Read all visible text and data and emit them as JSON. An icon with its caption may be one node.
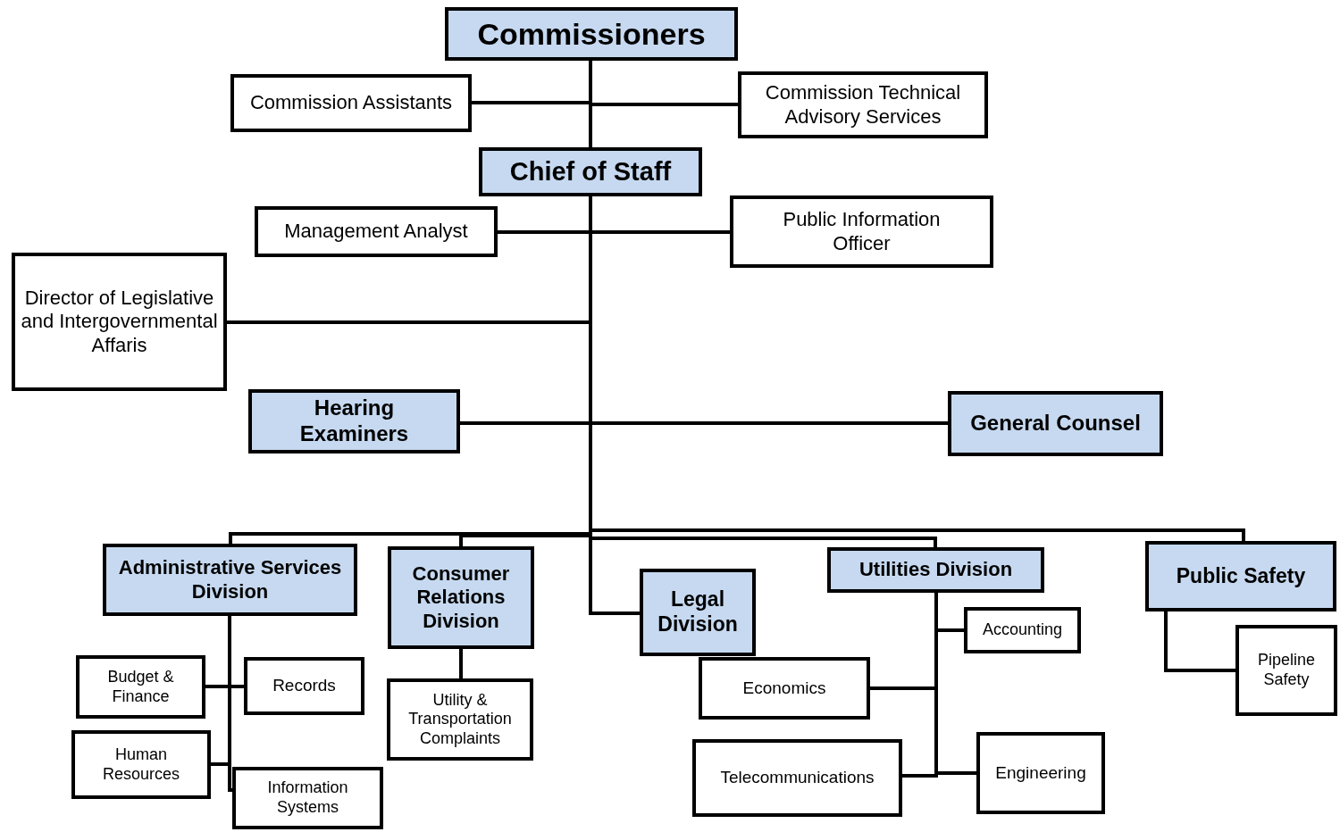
{
  "diagram": {
    "nodes": [
      {
        "text": [
          "Commissioners"
        ]
      },
      {
        "text": [
          "Commission Assistants"
        ]
      },
      {
        "text": [
          "Commission Technical Advisory Services"
        ]
      },
      {
        "text": [
          "Chief of Staff"
        ]
      },
      {
        "text": [
          "Management Analyst"
        ]
      },
      {
        "text": [
          "Public Information Officer"
        ]
      },
      {
        "text": [
          "Director of Legislative and Intergovernmental Affaris"
        ]
      },
      {
        "text": [
          "Hearing Examiners"
        ]
      },
      {
        "text": [
          "General Counsel"
        ]
      },
      {
        "text": [
          "Administrative Services Division"
        ]
      },
      {
        "text": [
          "Budget & Finance"
        ]
      },
      {
        "text": [
          "Records"
        ]
      },
      {
        "text": [
          "Human Resources"
        ]
      },
      {
        "text": [
          "Information Systems"
        ]
      },
      {
        "text": [
          "Consumer Relations Division"
        ]
      },
      {
        "text": [
          "Utility & Transportation Complaints"
        ]
      },
      {
        "text": [
          "Legal Division"
        ]
      },
      {
        "text": [
          "Economics"
        ]
      },
      {
        "text": [
          "Telecommunications"
        ]
      },
      {
        "text": [
          "Utilities Division"
        ]
      },
      {
        "text": [
          "Accounting"
        ]
      },
      {
        "text": [
          "Engineering"
        ]
      },
      {
        "text": [
          "Public Safety"
        ]
      },
      {
        "text": [
          "Pipeline Safety"
        ]
      }
    ],
    "edges": [
      {
        "from": 0,
        "to": 3,
        "arrow": "none"
      },
      {
        "from": 0,
        "to": 1,
        "arrow": "none"
      },
      {
        "from": 0,
        "to": 2,
        "arrow": "none"
      },
      {
        "from": 3,
        "to": 4,
        "arrow": "none"
      },
      {
        "from": 3,
        "to": 5,
        "arrow": "none"
      },
      {
        "from": 3,
        "to": 6,
        "arrow": "none"
      },
      {
        "from": 3,
        "to": 7,
        "arrow": "none"
      },
      {
        "from": 3,
        "to": 8,
        "arrow": "none"
      },
      {
        "from": 3,
        "to": 9,
        "arrow": "none"
      },
      {
        "from": 3,
        "to": 14,
        "arrow": "none"
      },
      {
        "from": 3,
        "to": 16,
        "arrow": "none"
      },
      {
        "from": 3,
        "to": 19,
        "arrow": "none"
      },
      {
        "from": 3,
        "to": 22,
        "arrow": "none"
      },
      {
        "from": 9,
        "to": 10,
        "arrow": "none"
      },
      {
        "from": 9,
        "to": 11,
        "arrow": "none"
      },
      {
        "from": 9,
        "to": 12,
        "arrow": "none"
      },
      {
        "from": 9,
        "to": 13,
        "arrow": "none"
      },
      {
        "from": 14,
        "to": 15,
        "arrow": "none"
      },
      {
        "from": 19,
        "to": 20,
        "arrow": "none"
      },
      {
        "from": 19,
        "to": 17,
        "arrow": "none"
      },
      {
        "from": 19,
        "to": 18,
        "arrow": "none"
      },
      {
        "from": 19,
        "to": 21,
        "arrow": "none"
      },
      {
        "from": 22,
        "to": 23,
        "arrow": "none"
      }
    ]
  }
}
